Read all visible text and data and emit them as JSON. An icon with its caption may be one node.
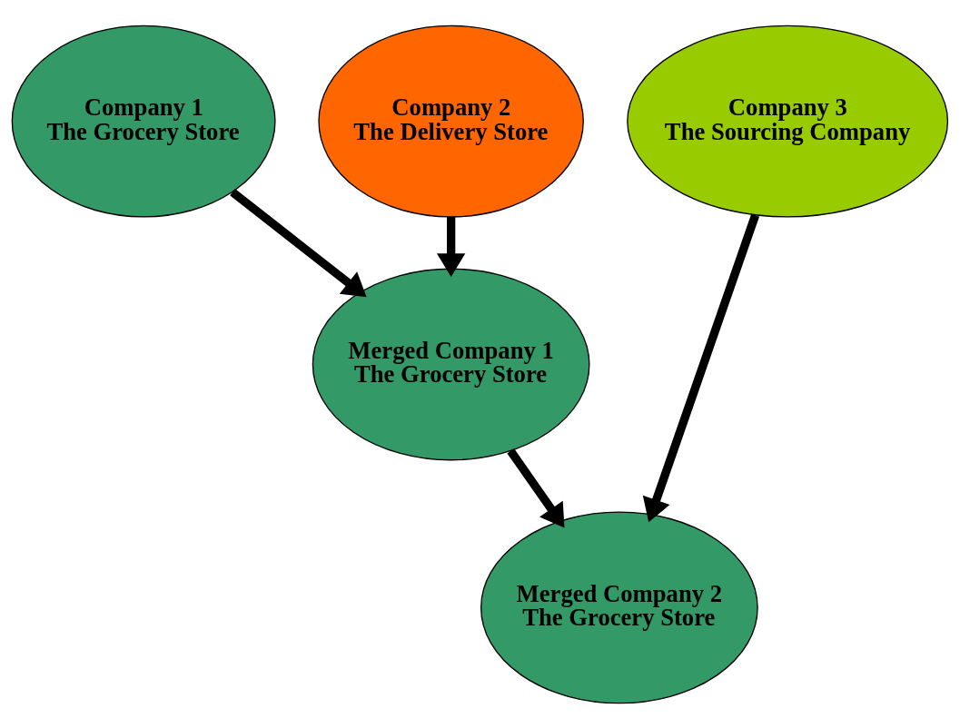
{
  "diagram": {
    "nodes": [
      {
        "text": [
          "Company 1",
          "The Grocery Store"
        ]
      },
      {
        "text": [
          "Company 2",
          "The Delivery Store"
        ]
      },
      {
        "text": [
          "Company 3",
          "The Sourcing Company"
        ]
      },
      {
        "text": [
          "Merged Company 1",
          "The Grocery Store"
        ]
      },
      {
        "text": [
          "Merged Company 2",
          "The Grocery Store"
        ]
      }
    ],
    "edges": [
      {
        "from": 0,
        "to": 3,
        "arrow": "to"
      },
      {
        "from": 1,
        "to": 3,
        "arrow": "to"
      },
      {
        "from": 2,
        "to": 4,
        "arrow": "to"
      },
      {
        "from": 3,
        "to": 4,
        "arrow": "to"
      }
    ]
  }
}
